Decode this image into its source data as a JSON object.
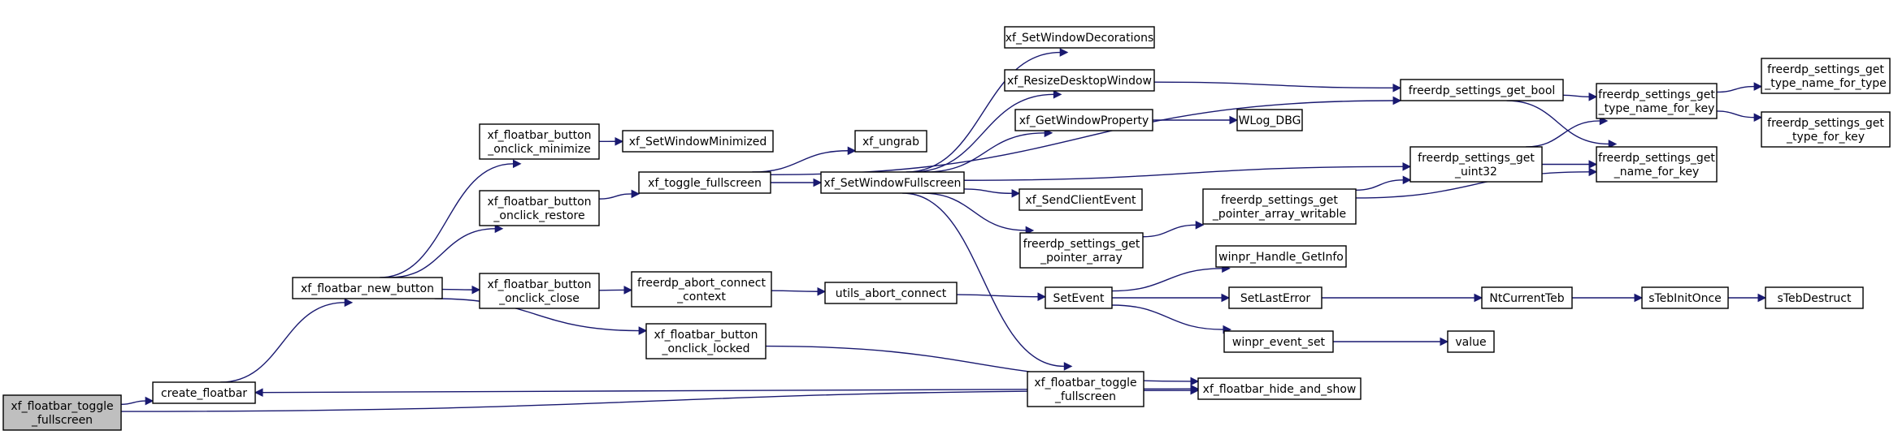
{
  "graph": {
    "edge_color": "#191970",
    "root_fill": "#bfbfbf",
    "node_fill": "#ffffff",
    "nodes": [
      {
        "id": "n0",
        "lines": [
          "xf_floatbar_toggle",
          "_fullscreen"
        ],
        "root": true
      },
      {
        "id": "n1",
        "lines": [
          "create_floatbar"
        ]
      },
      {
        "id": "n2",
        "lines": [
          "xf_floatbar_new_button"
        ]
      },
      {
        "id": "n3",
        "lines": [
          "xf_floatbar_button",
          "_onclick_minimize"
        ]
      },
      {
        "id": "n4",
        "lines": [
          "xf_floatbar_button",
          "_onclick_restore"
        ]
      },
      {
        "id": "n5",
        "lines": [
          "xf_floatbar_button",
          "_onclick_close"
        ]
      },
      {
        "id": "n6",
        "lines": [
          "xf_floatbar_button",
          "_onclick_locked"
        ]
      },
      {
        "id": "n7",
        "lines": [
          "xf_SetWindowMinimized"
        ]
      },
      {
        "id": "n8",
        "lines": [
          "xf_toggle_fullscreen"
        ]
      },
      {
        "id": "n9",
        "lines": [
          "freerdp_abort_connect",
          "_context"
        ]
      },
      {
        "id": "n10",
        "lines": [
          "xf_ungrab"
        ]
      },
      {
        "id": "n11",
        "lines": [
          "xf_SetWindowFullscreen"
        ]
      },
      {
        "id": "n12",
        "lines": [
          "utils_abort_connect"
        ]
      },
      {
        "id": "n13",
        "lines": [
          "xf_SetWindowDecorations"
        ]
      },
      {
        "id": "n14",
        "lines": [
          "xf_ResizeDesktopWindow"
        ]
      },
      {
        "id": "n15",
        "lines": [
          "xf_GetWindowProperty"
        ]
      },
      {
        "id": "n16",
        "lines": [
          "xf_SendClientEvent"
        ]
      },
      {
        "id": "n17",
        "lines": [
          "freerdp_settings_get",
          "_pointer_array"
        ]
      },
      {
        "id": "n18",
        "lines": [
          "SetEvent"
        ]
      },
      {
        "id": "n19",
        "lines": [
          "xf_floatbar_toggle",
          "_fullscreen"
        ]
      },
      {
        "id": "n20",
        "lines": [
          "xf_floatbar_hide_and_show"
        ]
      },
      {
        "id": "n21",
        "lines": [
          "WLog_DBG"
        ]
      },
      {
        "id": "n22",
        "lines": [
          "freerdp_settings_get",
          "_pointer_array_writable"
        ]
      },
      {
        "id": "n23",
        "lines": [
          "winpr_Handle_GetInfo"
        ]
      },
      {
        "id": "n24",
        "lines": [
          "SetLastError"
        ]
      },
      {
        "id": "n25",
        "lines": [
          "winpr_event_set"
        ]
      },
      {
        "id": "n26",
        "lines": [
          "freerdp_settings_get_bool"
        ]
      },
      {
        "id": "n27",
        "lines": [
          "freerdp_settings_get",
          "_uint32"
        ]
      },
      {
        "id": "n28",
        "lines": [
          "NtCurrentTeb"
        ]
      },
      {
        "id": "n29",
        "lines": [
          "value"
        ]
      },
      {
        "id": "n30",
        "lines": [
          "freerdp_settings_get",
          "_type_name_for_key"
        ]
      },
      {
        "id": "n31",
        "lines": [
          "freerdp_settings_get",
          "_name_for_key"
        ]
      },
      {
        "id": "n32",
        "lines": [
          "sTebInitOnce"
        ]
      },
      {
        "id": "n33",
        "lines": [
          "freerdp_settings_get",
          "_type_name_for_type"
        ]
      },
      {
        "id": "n34",
        "lines": [
          "freerdp_settings_get",
          "_type_for_key"
        ]
      },
      {
        "id": "n35",
        "lines": [
          "sTebDestruct"
        ]
      }
    ],
    "edges": [
      [
        "n0",
        "n1"
      ],
      [
        "n0",
        "n20"
      ],
      [
        "n1",
        "n2"
      ],
      [
        "n2",
        "n3"
      ],
      [
        "n2",
        "n4"
      ],
      [
        "n2",
        "n5"
      ],
      [
        "n2",
        "n6"
      ],
      [
        "n3",
        "n7"
      ],
      [
        "n4",
        "n8"
      ],
      [
        "n5",
        "n9"
      ],
      [
        "n6",
        "n20"
      ],
      [
        "n8",
        "n10"
      ],
      [
        "n8",
        "n11"
      ],
      [
        "n8",
        "n26"
      ],
      [
        "n9",
        "n12"
      ],
      [
        "n12",
        "n18"
      ],
      [
        "n11",
        "n13"
      ],
      [
        "n11",
        "n14"
      ],
      [
        "n11",
        "n15"
      ],
      [
        "n11",
        "n16"
      ],
      [
        "n11",
        "n17"
      ],
      [
        "n11",
        "n19"
      ],
      [
        "n11",
        "n27"
      ],
      [
        "n14",
        "n26"
      ],
      [
        "n15",
        "n21"
      ],
      [
        "n17",
        "n22"
      ],
      [
        "n22",
        "n27"
      ],
      [
        "n22",
        "n31"
      ],
      [
        "n18",
        "n23"
      ],
      [
        "n18",
        "n24"
      ],
      [
        "n18",
        "n25"
      ],
      [
        "n24",
        "n28"
      ],
      [
        "n25",
        "n29"
      ],
      [
        "n28",
        "n32"
      ],
      [
        "n32",
        "n35"
      ],
      [
        "n19",
        "n1"
      ],
      [
        "n19",
        "n20"
      ],
      [
        "n26",
        "n30"
      ],
      [
        "n26",
        "n31"
      ],
      [
        "n27",
        "n30"
      ],
      [
        "n27",
        "n31"
      ],
      [
        "n30",
        "n33"
      ],
      [
        "n30",
        "n34"
      ]
    ]
  }
}
